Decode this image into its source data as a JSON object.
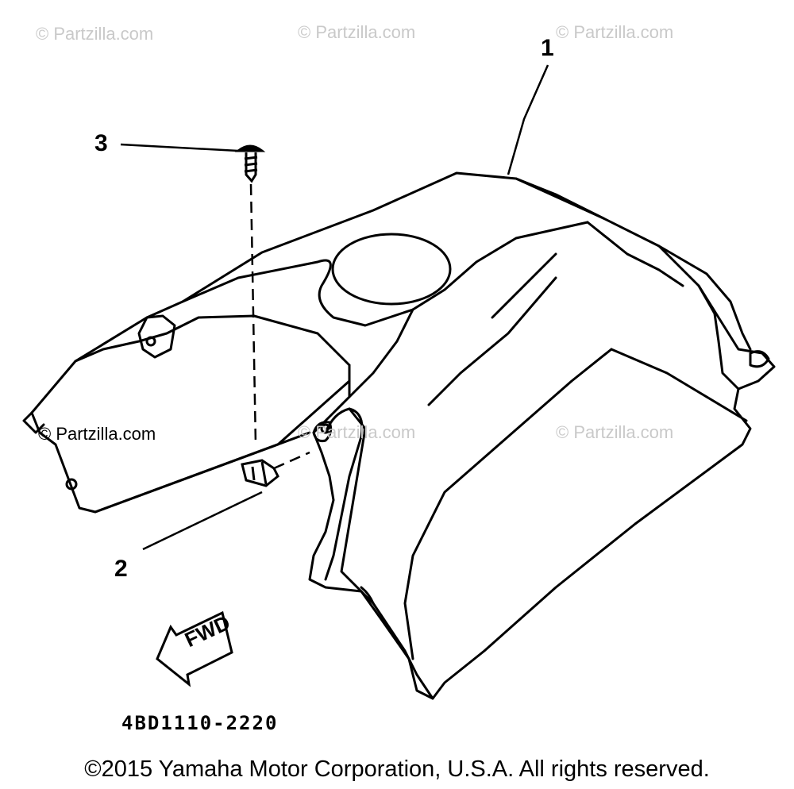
{
  "watermark": {
    "text": "© Partzilla.com",
    "inline_text": "© Partzilla.com"
  },
  "callouts": {
    "part1": "1",
    "part2": "2",
    "part3": "3"
  },
  "direction_label": "FWD",
  "diagram_code": "4BD1110-2220",
  "copyright": "©2015 Yamaha Motor Corporation, U.S.A. All rights reserved.",
  "colors": {
    "line": "#000000",
    "watermark": "#c9c9c9",
    "background": "#ffffff"
  }
}
